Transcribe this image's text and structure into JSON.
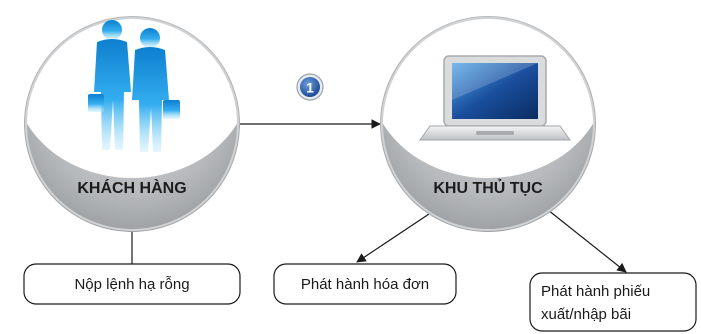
{
  "nodes": {
    "customer": {
      "title": "KHÁCH HÀNG",
      "icon": "businessmen-icon"
    },
    "procedure": {
      "title": "KHU THỦ TỤC",
      "icon": "laptop-icon"
    }
  },
  "step_badge": {
    "number": "1"
  },
  "boxes": {
    "empty_release": "Nộp lệnh hạ rỗng",
    "invoice": "Phát hành hóa đơn",
    "slip_line1": "Phát hành phiếu",
    "slip_line2": "xuất/nhập bãi"
  },
  "colors": {
    "circle_gray": "#b9bcbe",
    "circle_white": "#ffffff",
    "icon_blue": "#1f9be0",
    "icon_blue_light": "#8fd3f5",
    "badge_blue": "#2d5fa8",
    "line": "#1a1a1a"
  }
}
